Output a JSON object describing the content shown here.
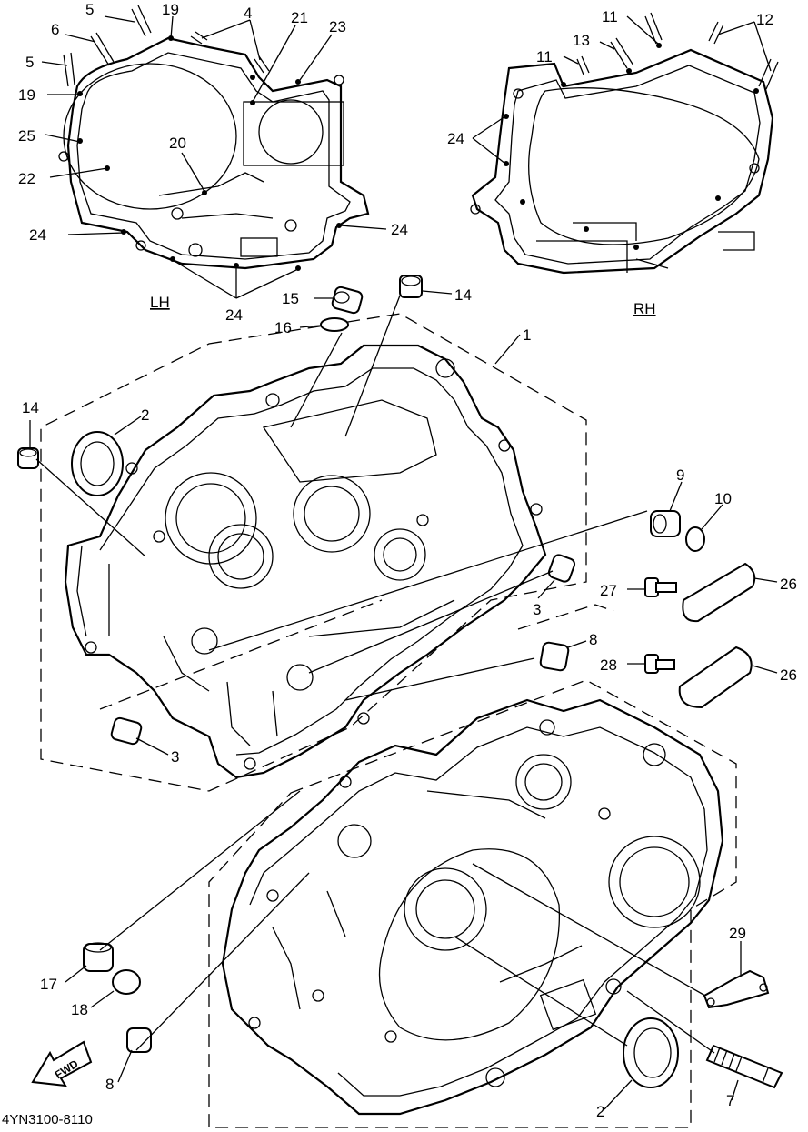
{
  "diagram_code": "4YN3100-8110",
  "sections": {
    "left": "LH",
    "right": "RH"
  },
  "fwd_label": "FWD",
  "callouts": {
    "c5a": "5",
    "c19a": "19",
    "c4": "4",
    "c21": "21",
    "c23": "23",
    "c6": "6",
    "c5b": "5",
    "c19b": "19",
    "c25": "25",
    "c20": "20",
    "c22": "22",
    "c24a": "24",
    "c24b": "24",
    "c24c": "24",
    "c24d": "24",
    "c11a": "11",
    "c12": "12",
    "c13": "13",
    "c11b": "11",
    "c15": "15",
    "c14a": "14",
    "c16": "16",
    "c1": "1",
    "c14b": "14",
    "c2a": "2",
    "c9": "9",
    "c10": "10",
    "c3a": "3",
    "c27": "27",
    "c26a": "26",
    "c8a": "8",
    "c28": "28",
    "c26b": "26",
    "c3b": "3",
    "c29": "29",
    "c17": "17",
    "c18": "18",
    "c8b": "8",
    "c2b": "2",
    "c7": "7"
  }
}
